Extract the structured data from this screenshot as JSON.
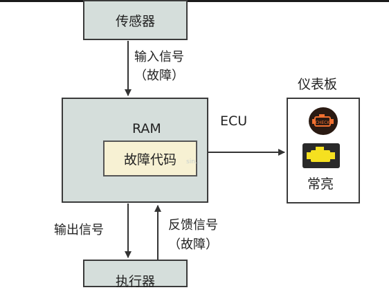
{
  "blocks": {
    "sensor": "传感器",
    "ecu_ram": "RAM",
    "fault_code": "故障代码",
    "actuator": "执行器",
    "ecu_label": "ECU",
    "dashboard_title": "仪表板",
    "steady_on": "常亮"
  },
  "arrows": {
    "input_signal": "输入信号",
    "input_fault": "（故障）",
    "output_signal": "输出信号",
    "feedback_signal": "反馈信号",
    "feedback_fault": "（故障）"
  },
  "icons": {
    "dark_lamp": "check-engine-icon-dark",
    "lit_lamp": "check-engine-icon-yellow"
  },
  "colors": {
    "box_fill": "#d5dedb",
    "fault_code_fill": "#f7f1d3",
    "lamp_off": "#f07030",
    "lamp_on": "#f5e020"
  },
  "watermark": "sin..."
}
